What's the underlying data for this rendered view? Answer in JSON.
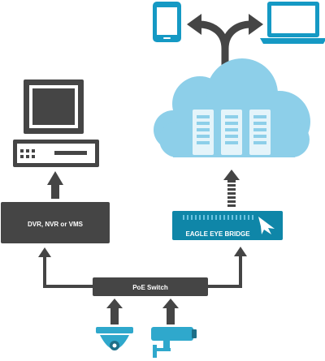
{
  "labels": {
    "dvr": "DVR, NVR or VMS",
    "bridge": "EAGLE EYE BRIDGE",
    "switch": "PoE Switch"
  },
  "colors": {
    "dark": "#454545",
    "cloud": "#8dcfe9",
    "server": "#e4f4fa",
    "bridge": "#0f86a8",
    "camera": "#2fa8cc",
    "white": "#ffffff"
  },
  "icons": {
    "phone": "smartphone-icon",
    "laptop": "laptop-icon",
    "monitor": "monitor-icon",
    "recorder": "recorder-icon",
    "cloud": "cloud-icon",
    "servers": "server-rack-icon",
    "bridge_logo": "eagle-logo-icon",
    "dome_camera": "dome-camera-icon",
    "bullet_camera": "bullet-camera-icon"
  }
}
